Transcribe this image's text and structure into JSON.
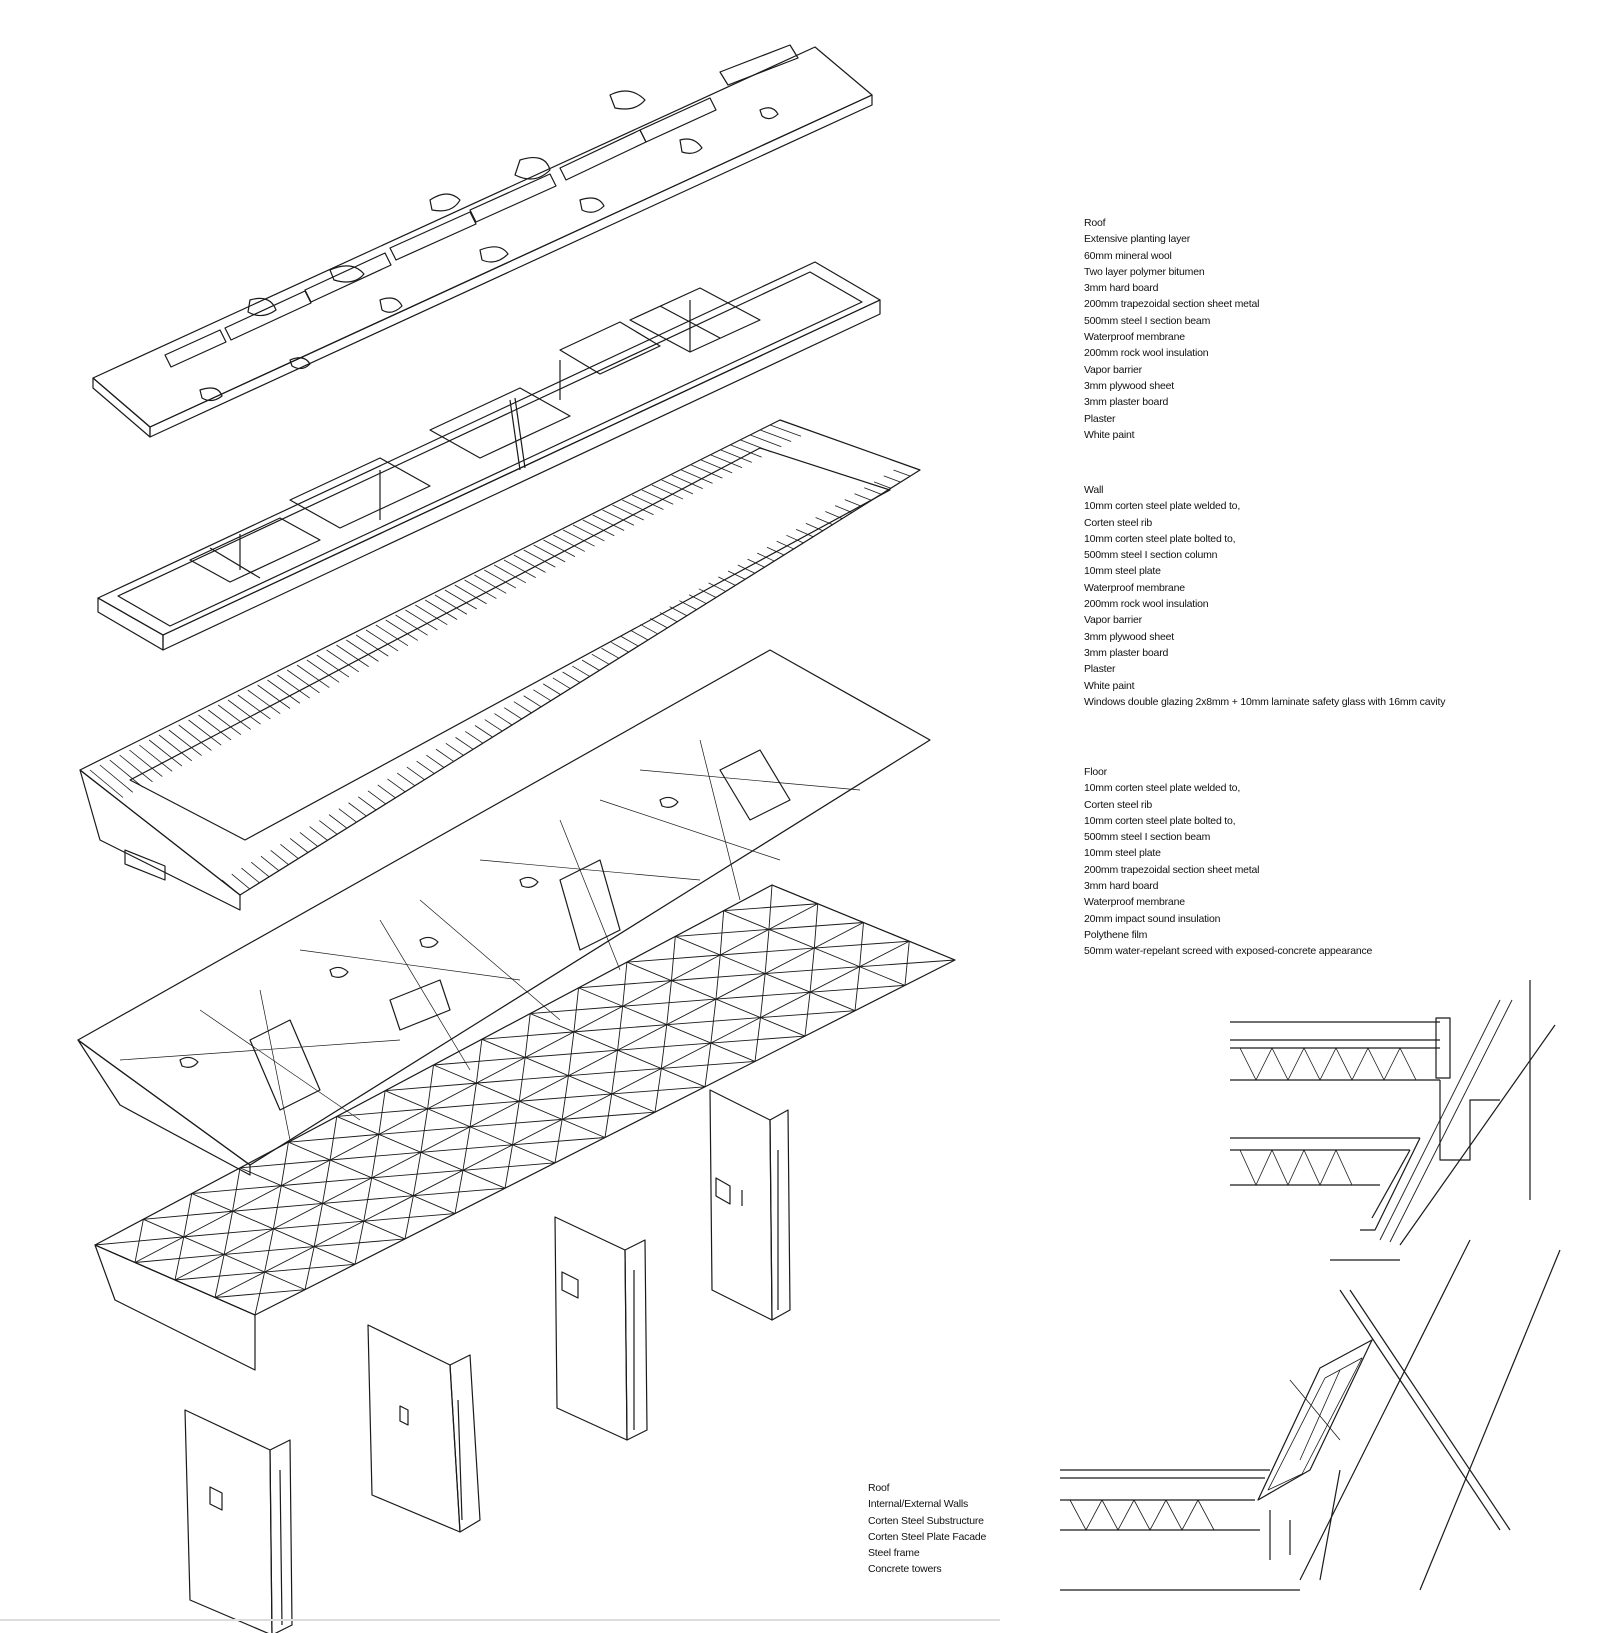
{
  "roof_spec": {
    "heading": "Roof",
    "items": [
      "Extensive planting layer",
      "60mm mineral wool",
      "Two layer polymer bitumen",
      "3mm hard board",
      "200mm trapezoidal section sheet metal",
      "500mm steel I section beam",
      "Waterproof membrane",
      "200mm rock wool insulation",
      "Vapor barrier",
      "3mm plywood sheet",
      "3mm plaster board",
      "Plaster",
      "White paint"
    ]
  },
  "wall_spec": {
    "heading": "Wall",
    "items": [
      "10mm corten steel plate welded to,",
      "Corten steel rib",
      "10mm corten steel plate bolted to,",
      "500mm steel I section column",
      "10mm steel plate",
      "Waterproof membrane",
      "200mm rock wool insulation",
      "Vapor barrier",
      "3mm plywood sheet",
      "3mm plaster board",
      "Plaster",
      "White paint",
      "Windows double glazing 2x8mm + 10mm laminate safety glass with 16mm cavity"
    ]
  },
  "floor_spec": {
    "heading": "Floor",
    "items": [
      "10mm corten steel plate welded to,",
      "Corten steel rib",
      "10mm corten steel plate bolted to,",
      "500mm steel I section beam",
      "10mm steel plate",
      "200mm trapezoidal section sheet metal",
      "3mm hard board",
      "Waterproof membrane",
      "20mm impact sound insulation",
      "Polythene film",
      "50mm water-repelant screed with exposed-concrete appearance"
    ]
  },
  "layer_legend": [
    "Roof",
    "Internal/External Walls",
    "Corten Steel Substructure",
    "Corten Steel Plate Facade",
    "Steel frame",
    "Concrete towers"
  ],
  "colors": {
    "line": "#1a1a1a",
    "background": "#ffffff"
  }
}
